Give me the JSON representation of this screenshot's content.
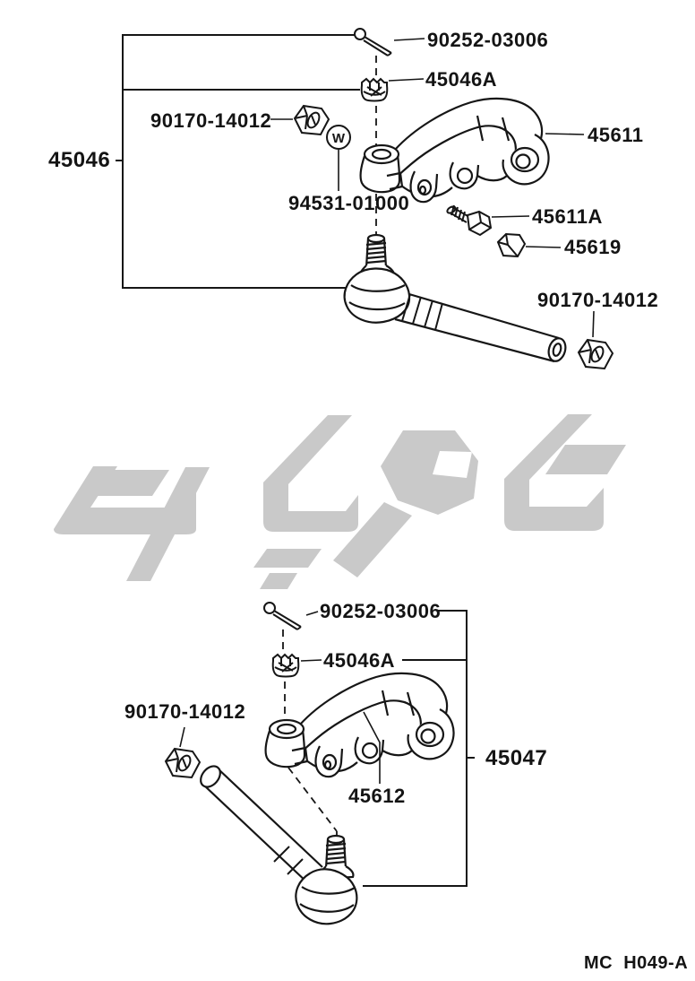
{
  "page": {
    "background": "#ffffff",
    "ink_color": "#161616",
    "watermark_color": "#c9c9c9",
    "footer_code": "MC  H049-A"
  },
  "upper_diagram": {
    "assembly_number": "45046",
    "parts": {
      "cotter_pin": "90252-03006",
      "castle_nut": "45046A",
      "arm_nut": "90170-14012",
      "washer": "94531-01000",
      "washer_symbol": "W",
      "knuckle_arm": "45611",
      "bolt": "45611A",
      "nut": "45619",
      "tie_rod_nut": "90170-14012"
    }
  },
  "lower_diagram": {
    "assembly_number": "45047",
    "parts": {
      "cotter_pin": "90252-03006",
      "castle_nut": "45046A",
      "arm_nut": "90170-14012",
      "knuckle_arm": "45612"
    }
  }
}
